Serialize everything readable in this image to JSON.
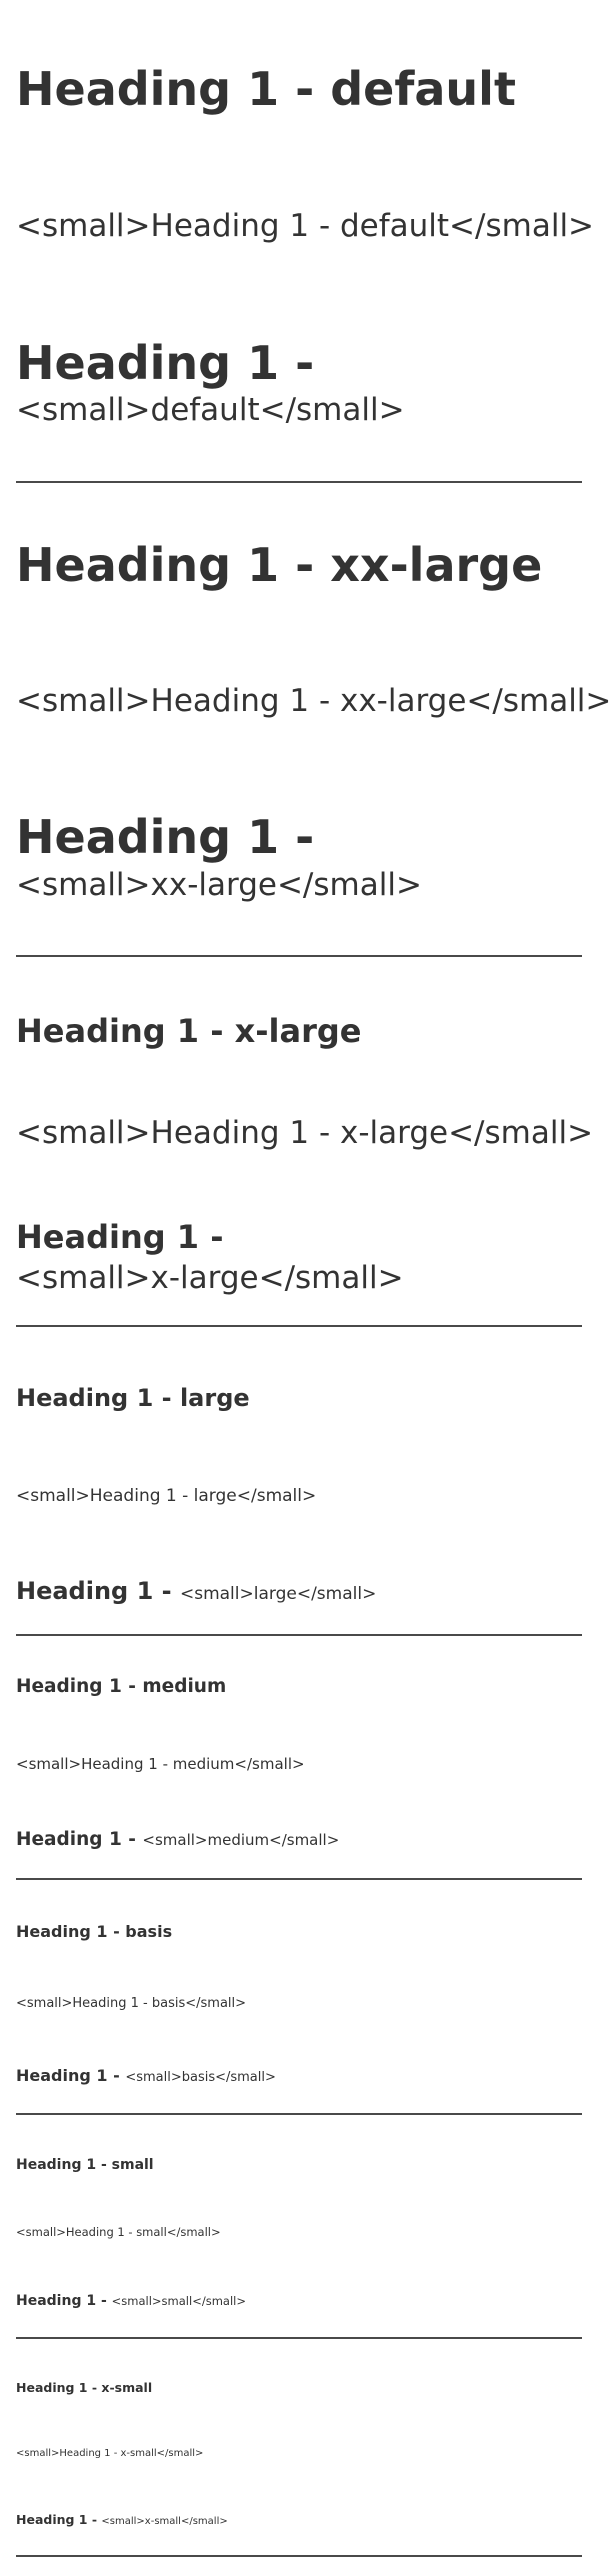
{
  "groups": {
    "default": {
      "heading": "Heading 1 - default",
      "small_heading": "<small>Heading 1 - default</small>",
      "mixed_prefix": "Heading 1 -",
      "mixed_small": "<small>default</small>"
    },
    "xx_large": {
      "heading": "Heading 1 - xx-large",
      "small_heading": "<small>Heading 1 - xx-large</small>",
      "mixed_prefix": "Heading 1 -",
      "mixed_small": "<small>xx-large</small>"
    },
    "x_large": {
      "heading": "Heading 1 - x-large",
      "small_heading": "<small>Heading 1 - x-large</small>",
      "mixed_prefix": "Heading 1 -",
      "mixed_small": "<small>x-large</small>"
    },
    "large": {
      "heading": "Heading 1 - large",
      "small_heading": "<small>Heading 1 - large</small>",
      "mixed_prefix": "Heading 1 - ",
      "mixed_small": "<small>large</small>"
    },
    "medium": {
      "heading": "Heading 1 - medium",
      "small_heading": "<small>Heading 1 - medium</small>",
      "mixed_prefix": "Heading 1 - ",
      "mixed_small": "<small>medium</small>"
    },
    "basis": {
      "heading": "Heading 1 - basis",
      "small_heading": "<small>Heading 1 - basis</small>",
      "mixed_prefix": "Heading 1 - ",
      "mixed_small": "<small>basis</small>"
    },
    "small": {
      "heading": "Heading 1 - small",
      "small_heading": "<small>Heading 1 - small</small>",
      "mixed_prefix": "Heading 1 - ",
      "mixed_small": "<small>small</small>"
    },
    "x_small": {
      "heading": "Heading 1 - x-small",
      "small_heading": "<small>Heading 1 - x-small</small>",
      "mixed_prefix": "Heading 1 - ",
      "mixed_small": "<small>x-small</small>"
    }
  },
  "colors": {
    "text": "#333333",
    "rule": "#4a4a4a",
    "background": "#ffffff"
  }
}
